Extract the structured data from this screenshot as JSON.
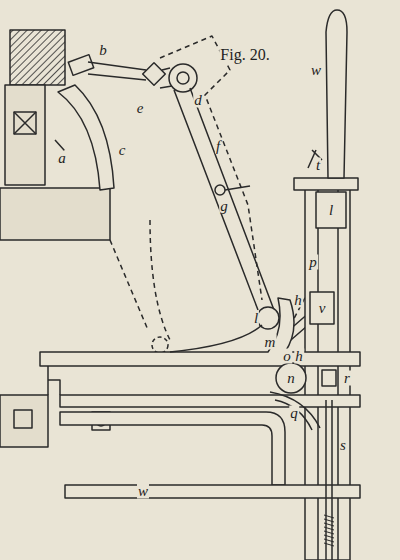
{
  "diagram": {
    "labels": [
      "Fig. 20.",
      "a",
      "b",
      "c",
      "d",
      "e",
      "f",
      "g",
      "w",
      "t",
      "l",
      "p",
      "h",
      "v",
      "l",
      "m",
      "o",
      "h",
      "n",
      "q",
      "r",
      "s",
      "w"
    ]
  }
}
